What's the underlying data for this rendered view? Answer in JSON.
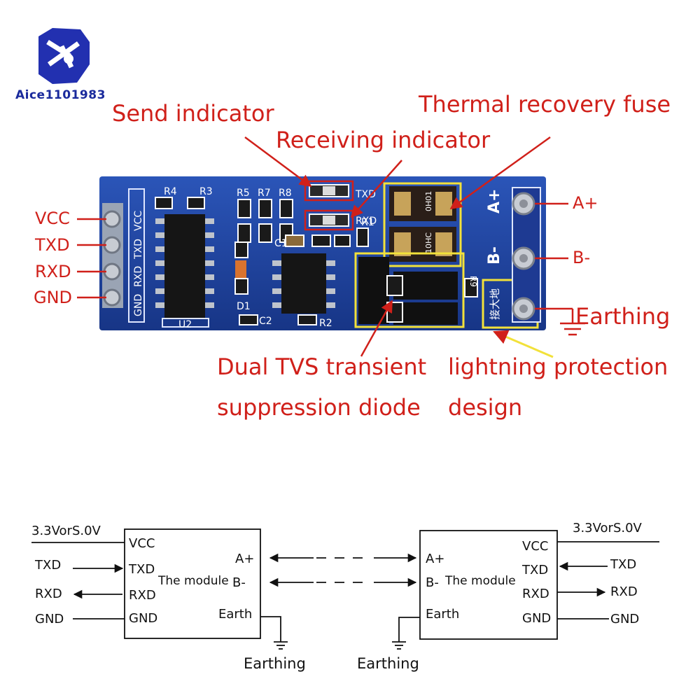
{
  "brand": {
    "name": "Aice1101983"
  },
  "annotations": {
    "send_indicator": "Send indicator",
    "receiving_indicator": "Receiving indicator",
    "thermal_fuse": "Thermal recovery fuse",
    "tvs_line1": "Dual TVS transient",
    "tvs_line2": "suppression diode",
    "lightning_line1": "lightning protection",
    "lightning_line2": "design"
  },
  "pins_left": [
    "VCC",
    "TXD",
    "RXD",
    "GND"
  ],
  "pins_right": {
    "a": "A+",
    "b": "B-",
    "earth": "Earthing"
  },
  "board_silkscreen": {
    "vcc": "VCC",
    "txd": "TXD",
    "rxd": "RXD",
    "gnd": "GND",
    "u2": "U2",
    "d1": "D1",
    "r1": "R1",
    "r2": "R2",
    "r3": "R3",
    "r4": "R4",
    "r5": "R5",
    "r7": "R7",
    "r8": "R8",
    "r9": "R9",
    "c1": "C1",
    "c2": "C2",
    "led_txd": "TXD",
    "led_rxd": "RXD",
    "fuse1": "0H01",
    "fuse2": "10HC",
    "a_plus": "A+",
    "b_minus": "B-",
    "ground_cn": "接大地"
  },
  "wiring": {
    "left_module": {
      "supply": "3.3VorS.0V",
      "ext_txd": "TXD",
      "ext_rxd": "RXD",
      "ext_gnd": "GND",
      "pin_vcc": "VCC",
      "pin_txd": "TXD",
      "pin_rxd": "RXD",
      "pin_gnd": "GND",
      "name": "The module",
      "a": "A+",
      "b": "B-",
      "earth": "Earth",
      "earthing": "Earthing"
    },
    "right_module": {
      "supply": "3.3VorS.0V",
      "ext_txd": "TXD",
      "ext_rxd": "RXD",
      "ext_gnd": "GND",
      "pin_vcc": "VCC",
      "pin_txd": "TXD",
      "pin_rxd": "RXD",
      "pin_gnd": "GND",
      "name": "The module",
      "a": "A+",
      "b": "B-",
      "earth": "Earth",
      "earthing": "Earthing"
    }
  },
  "colors": {
    "pcb": "#1f3f9e",
    "annotation": "#d0201a",
    "highlight": "#f2e13a",
    "logo": "#2230b0"
  }
}
